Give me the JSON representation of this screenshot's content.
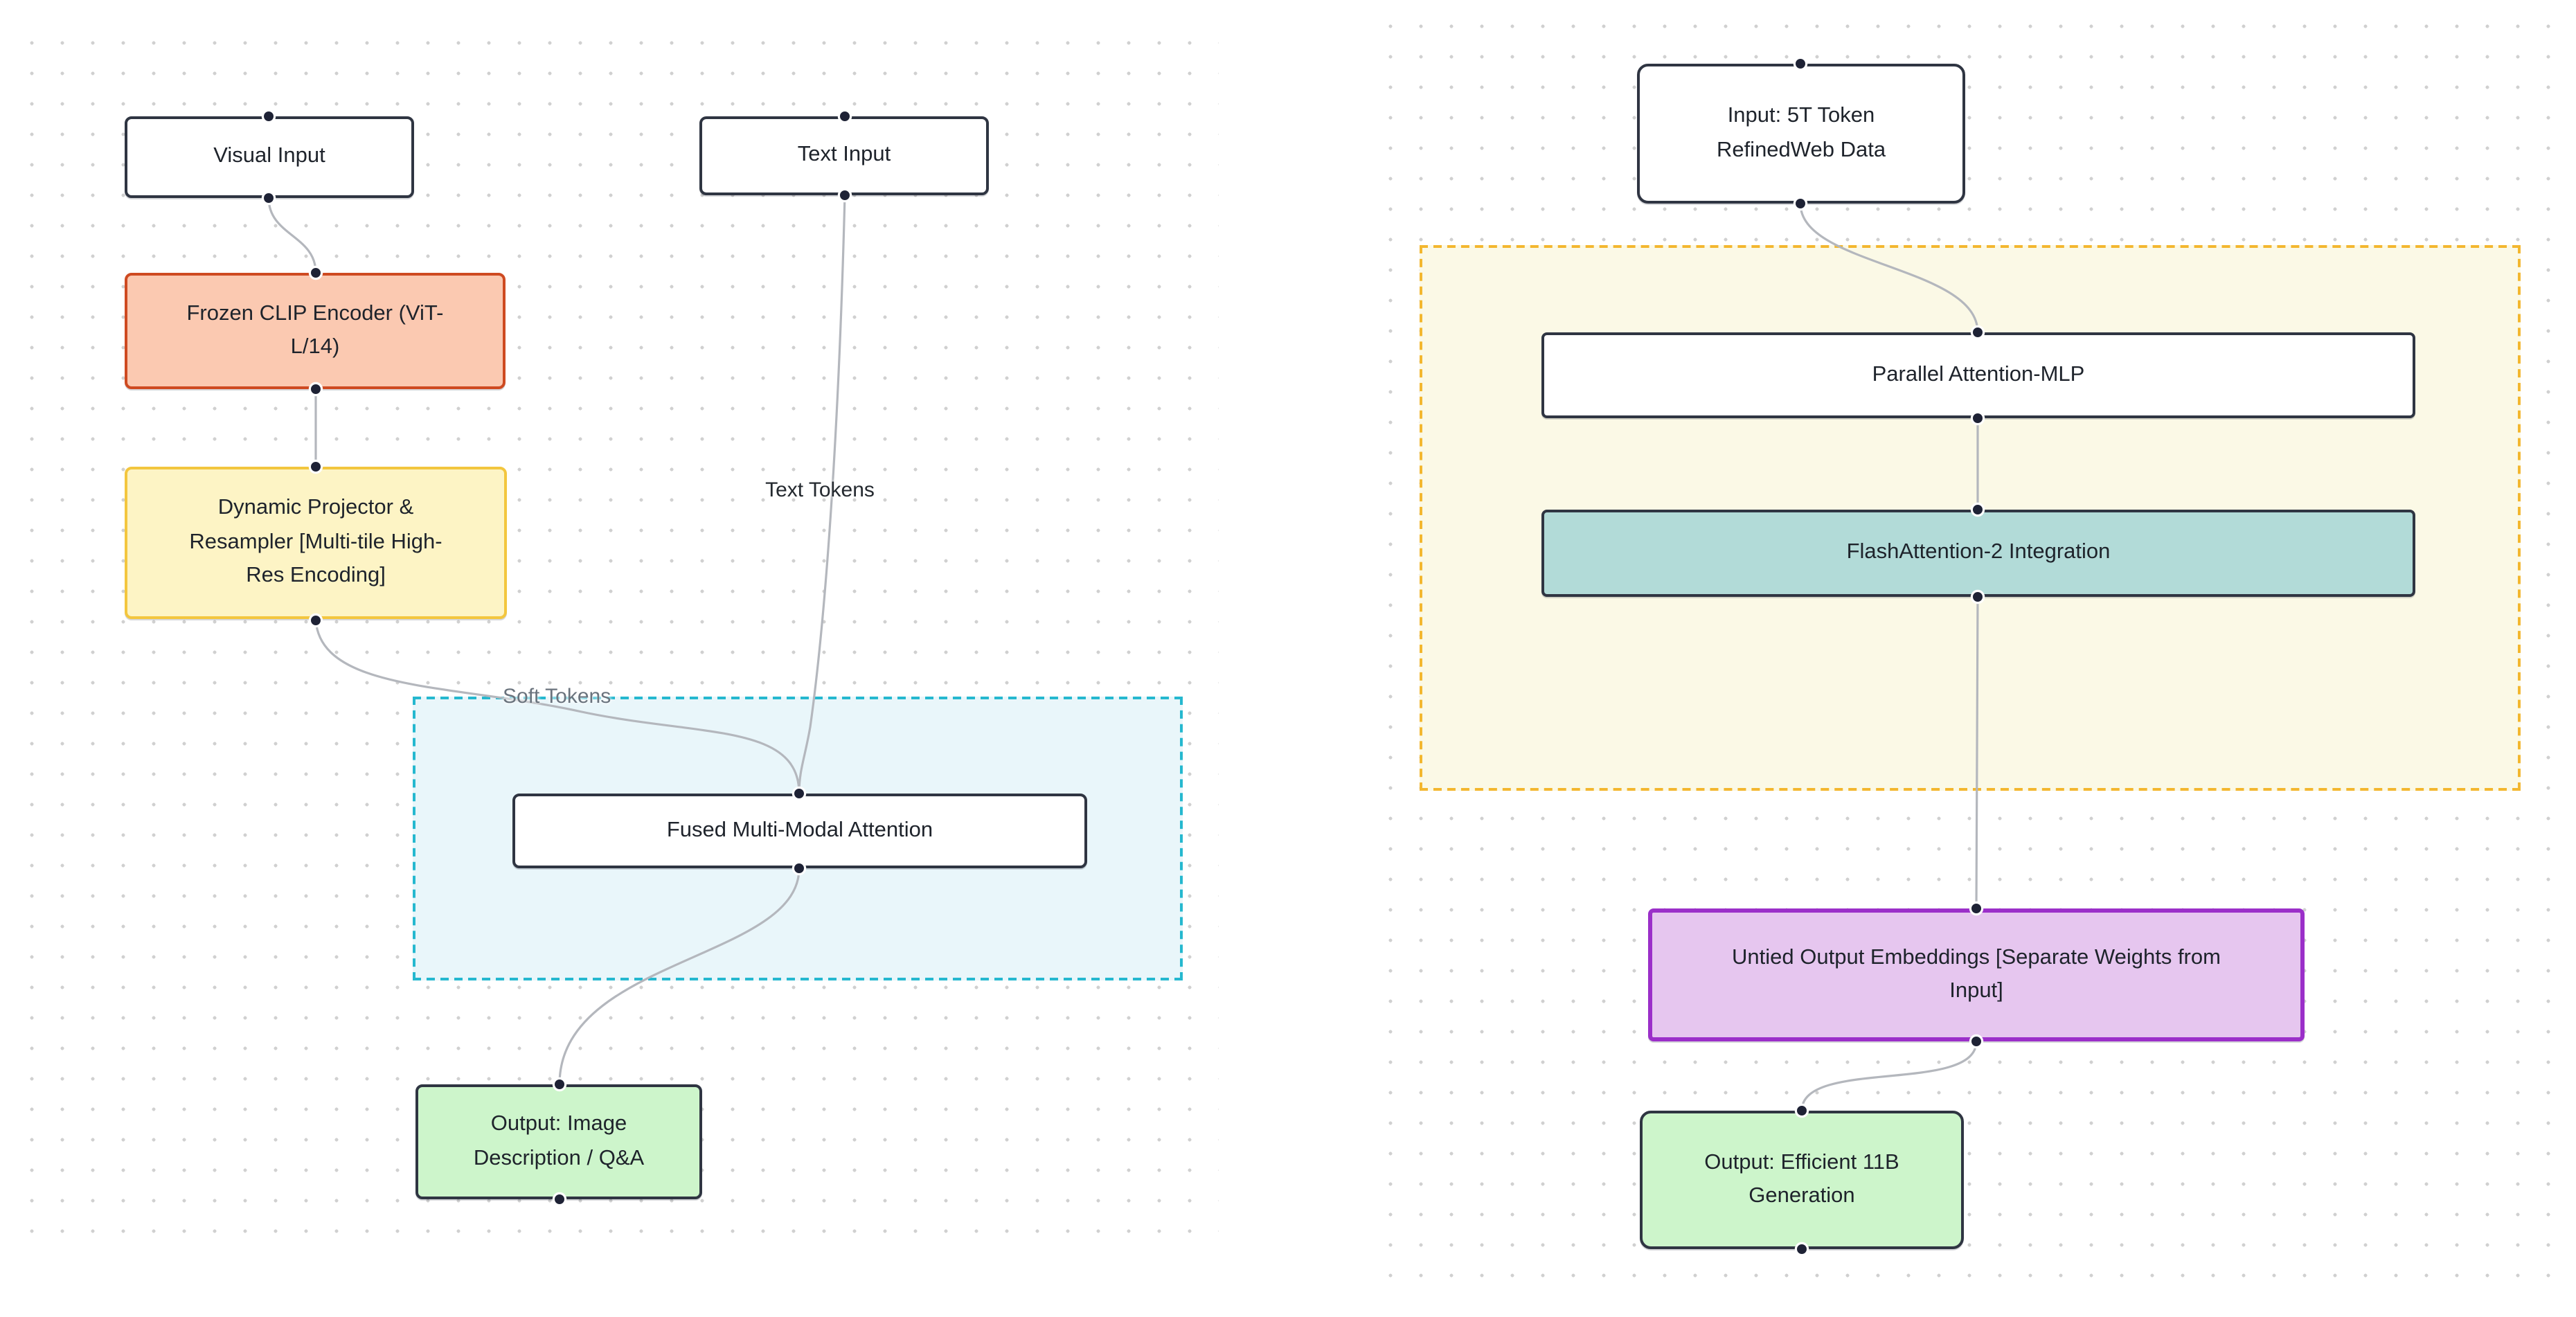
{
  "diagram": {
    "background_color": "#ffffff",
    "grid_dot_color": "#d0d0d0",
    "edge_color": "#b4b7bd",
    "connector_dot_color": "#1e2235",
    "left_flow": {
      "nodes": [
        {
          "id": "visual-input",
          "label": "Visual Input",
          "fill": "#ffffff",
          "border": "#2f3542"
        },
        {
          "id": "frozen-clip",
          "label": "Frozen CLIP Encoder (ViT-L/14)",
          "fill": "#fbc9b1",
          "border": "#ce4a21"
        },
        {
          "id": "dynamic-projector",
          "label": "Dynamic Projector & Resampler [Multi-tile High-Res Encoding]",
          "fill": "#fdf4c5",
          "border": "#f3c63e"
        },
        {
          "id": "text-input",
          "label": "Text Input",
          "fill": "#ffffff",
          "border": "#2f3542"
        },
        {
          "id": "fused-attention",
          "label": "Fused Multi-Modal Attention",
          "fill": "#ffffff",
          "border": "#2f3542"
        },
        {
          "id": "output-image",
          "label": "Output: Image Description / Q&A",
          "fill": "#cdf5cb",
          "border": "#2f3542"
        }
      ],
      "edge_labels": [
        {
          "id": "text-tokens",
          "text": "Text Tokens",
          "color": "#24292f"
        },
        {
          "id": "soft-tokens",
          "text": "Soft Tokens",
          "color": "#6a737d"
        }
      ],
      "container": {
        "border": "#25b8cf",
        "fill": "#e9f6fa"
      }
    },
    "right_flow": {
      "nodes": [
        {
          "id": "input-refinedweb",
          "label": "Input: 5T Token RefinedWeb Data",
          "fill": "#ffffff",
          "border": "#2f3542"
        },
        {
          "id": "parallel-attention-mlp",
          "label": "Parallel Attention-MLP",
          "fill": "#ffffff",
          "border": "#2f3542"
        },
        {
          "id": "flashattention-2",
          "label": "FlashAttention-2 Integration",
          "fill": "#b2dbd8",
          "border": "#2f3542"
        },
        {
          "id": "untied-embeddings",
          "label": "Untied Output Embeddings [Separate Weights from Input]",
          "fill": "#e6c6ef",
          "border": "#9b2fc9"
        },
        {
          "id": "output-generation",
          "label": "Output: Efficient 11B Generation",
          "fill": "#cdf5cb",
          "border": "#2f3542"
        }
      ],
      "container": {
        "border": "#f3b72f",
        "fill": "#fbf9e6"
      }
    }
  }
}
